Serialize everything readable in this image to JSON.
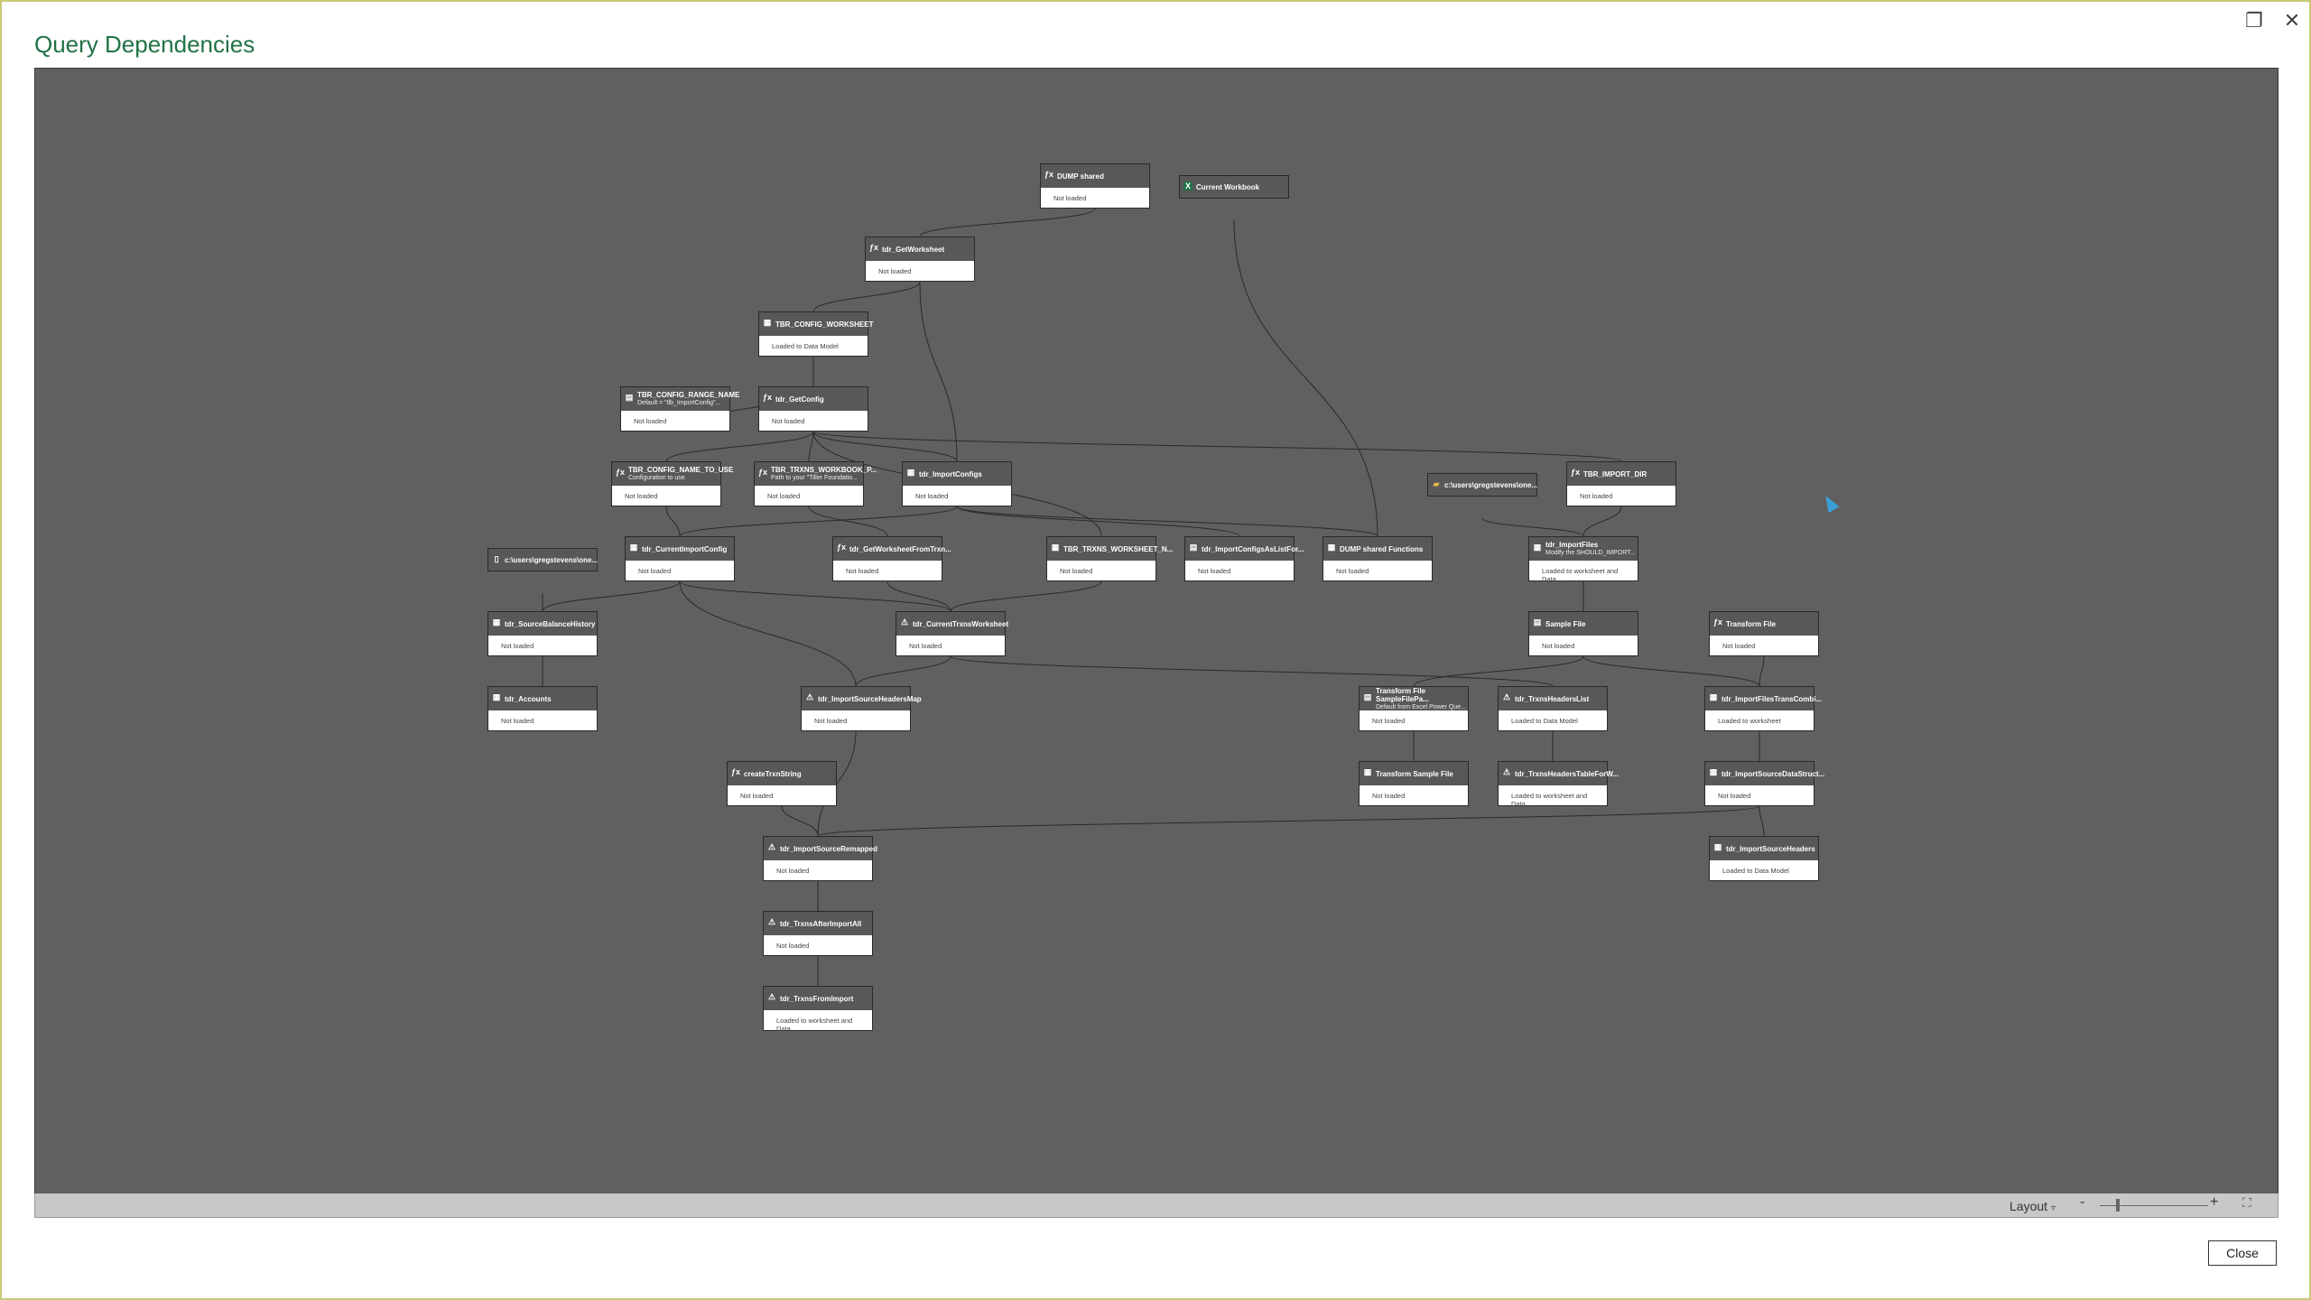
{
  "window": {
    "title": "Query Dependencies",
    "restore_icon": "restore-icon",
    "close_icon": "close-icon"
  },
  "canvas": {
    "background": "#606060",
    "nodes": [
      {
        "id": "n1",
        "title": "DUMP shared",
        "sub": "",
        "status": "Not loaded",
        "icon": "fx"
      },
      {
        "id": "n2",
        "title": "Current Workbook",
        "sub": "",
        "status": "",
        "icon": "excel"
      },
      {
        "id": "n3",
        "title": "tdr_GetWorksheet",
        "sub": "",
        "status": "Not loaded",
        "icon": "fx"
      },
      {
        "id": "n4",
        "title": "TBR_CONFIG_WORKSHEET",
        "sub": "",
        "status": "Loaded to Data Model",
        "icon": "table"
      },
      {
        "id": "n5",
        "title": "TBR_CONFIG_RANGE_NAME",
        "sub": "Default = \"tlb_ImportConfig\"...",
        "status": "Not loaded",
        "icon": "param"
      },
      {
        "id": "n6",
        "title": "tdr_GetConfig",
        "sub": "",
        "status": "Not loaded",
        "icon": "fx"
      },
      {
        "id": "n7",
        "title": "TBR_CONFIG_NAME_TO_USE",
        "sub": "Configuration to use.",
        "status": "Not loaded",
        "icon": "fx"
      },
      {
        "id": "n8",
        "title": "TBR_TRXNS_WORKBOOK_P...",
        "sub": "Path to your \"Tiller Foundatio...",
        "status": "Not loaded",
        "icon": "fx"
      },
      {
        "id": "n9",
        "title": "tdr_ImportConfigs",
        "sub": "",
        "status": "Not loaded",
        "icon": "table"
      },
      {
        "id": "n10",
        "title": "c:\\users\\gregstevens\\one...",
        "sub": "",
        "status": "",
        "icon": "folder"
      },
      {
        "id": "n11",
        "title": "TBR_IMPORT_DIR",
        "sub": "",
        "status": "Not loaded",
        "icon": "fx"
      },
      {
        "id": "n12",
        "title": "c:\\users\\gregstevens\\one...",
        "sub": "",
        "status": "",
        "icon": "file"
      },
      {
        "id": "n13",
        "title": "tdr_CurrentImportConfig",
        "sub": "",
        "status": "Not loaded",
        "icon": "table"
      },
      {
        "id": "n14",
        "title": "tdr_GetWorksheetFromTrxn...",
        "sub": "",
        "status": "Not loaded",
        "icon": "fx"
      },
      {
        "id": "n15",
        "title": "TBR_TRXNS_WORKSHEET_N...",
        "sub": "",
        "status": "Not loaded",
        "icon": "table"
      },
      {
        "id": "n16",
        "title": "tdr_ImportConfigsAsListFor...",
        "sub": "",
        "status": "Not loaded",
        "icon": "param"
      },
      {
        "id": "n17",
        "title": "DUMP shared Functions",
        "sub": "",
        "status": "Not loaded",
        "icon": "table"
      },
      {
        "id": "n18",
        "title": "tdr_ImportFiles",
        "sub": "Modify the SHOULD_IMPORT...",
        "status": "Loaded to worksheet and Data...",
        "icon": "table"
      },
      {
        "id": "n19",
        "title": "tdr_SourceBalanceHistory",
        "sub": "",
        "status": "Not loaded",
        "icon": "table"
      },
      {
        "id": "n20",
        "title": "tdr_CurrentTrxnsWorksheet",
        "sub": "",
        "status": "Not loaded",
        "icon": "warn"
      },
      {
        "id": "n21",
        "title": "Sample File",
        "sub": "",
        "status": "Not loaded",
        "icon": "param"
      },
      {
        "id": "n22",
        "title": "Transform File",
        "sub": "",
        "status": "Not loaded",
        "icon": "fx"
      },
      {
        "id": "n23",
        "title": "tdr_Accounts",
        "sub": "",
        "status": "Not loaded",
        "icon": "table"
      },
      {
        "id": "n24",
        "title": "tdr_ImportSourceHeadersMap",
        "sub": "",
        "status": "Not loaded",
        "icon": "warn"
      },
      {
        "id": "n25",
        "title": "Transform File SampleFilePa...",
        "sub": "Default from Excel Power Que...",
        "status": "Not loaded",
        "icon": "param"
      },
      {
        "id": "n26",
        "title": "tdr_TrxnsHeadersList",
        "sub": "",
        "status": "Loaded to Data Model",
        "icon": "warn"
      },
      {
        "id": "n27",
        "title": "tdr_ImportFilesTransCombi...",
        "sub": "",
        "status": "Loaded to worksheet",
        "icon": "table"
      },
      {
        "id": "n28",
        "title": "createTrxnString",
        "sub": "",
        "status": "Not loaded",
        "icon": "fx"
      },
      {
        "id": "n29",
        "title": "Transform Sample File",
        "sub": "",
        "status": "Not loaded",
        "icon": "table"
      },
      {
        "id": "n30",
        "title": "tdr_TrxnsHeadersTableForW...",
        "sub": "",
        "status": "Loaded to worksheet and Data...",
        "icon": "warn"
      },
      {
        "id": "n31",
        "title": "tdr_ImportSourceDataStruct...",
        "sub": "",
        "status": "Not loaded",
        "icon": "table"
      },
      {
        "id": "n32",
        "title": "tdr_ImportSourceRemapped",
        "sub": "",
        "status": "Not loaded",
        "icon": "warn"
      },
      {
        "id": "n33",
        "title": "tdr_ImportSourceHeaders",
        "sub": "",
        "status": "Loaded to Data Model",
        "icon": "table"
      },
      {
        "id": "n34",
        "title": "tdr_TrxnsAfterImportAll",
        "sub": "",
        "status": "Not loaded",
        "icon": "warn"
      },
      {
        "id": "n35",
        "title": "tdr_TrxnsFromImport",
        "sub": "",
        "status": "Loaded to worksheet and Data...",
        "icon": "warn"
      }
    ],
    "edges": [
      [
        "n1",
        "n3"
      ],
      [
        "n3",
        "n4"
      ],
      [
        "n4",
        "n6"
      ],
      [
        "n5",
        "n6"
      ],
      [
        "n6",
        "n7"
      ],
      [
        "n6",
        "n8"
      ],
      [
        "n6",
        "n9"
      ],
      [
        "n6",
        "n11"
      ],
      [
        "n6",
        "n15"
      ],
      [
        "n3",
        "n9"
      ],
      [
        "n7",
        "n13"
      ],
      [
        "n8",
        "n14"
      ],
      [
        "n9",
        "n13"
      ],
      [
        "n9",
        "n16"
      ],
      [
        "n2",
        "n17"
      ],
      [
        "n10",
        "n18"
      ],
      [
        "n11",
        "n18"
      ],
      [
        "n12",
        "n19"
      ],
      [
        "n13",
        "n19"
      ],
      [
        "n13",
        "n20"
      ],
      [
        "n14",
        "n20"
      ],
      [
        "n15",
        "n20"
      ],
      [
        "n9",
        "n17"
      ],
      [
        "n18",
        "n21"
      ],
      [
        "n19",
        "n23"
      ],
      [
        "n20",
        "n24"
      ],
      [
        "n20",
        "n26"
      ],
      [
        "n21",
        "n25"
      ],
      [
        "n21",
        "n27"
      ],
      [
        "n22",
        "n27"
      ],
      [
        "n13",
        "n24"
      ],
      [
        "n25",
        "n29"
      ],
      [
        "n26",
        "n30"
      ],
      [
        "n27",
        "n31"
      ],
      [
        "n28",
        "n32"
      ],
      [
        "n24",
        "n32"
      ],
      [
        "n31",
        "n32"
      ],
      [
        "n31",
        "n33"
      ],
      [
        "n32",
        "n34"
      ],
      [
        "n34",
        "n35"
      ]
    ]
  },
  "statusbar": {
    "layout_label": "Layout",
    "layout_icon": "chevron-down-icon",
    "zoom_minus": "-",
    "zoom_plus": "+",
    "zoom_level": 0.15,
    "fit_icon": "fit-to-screen-icon"
  },
  "footer": {
    "close_label": "Close"
  }
}
